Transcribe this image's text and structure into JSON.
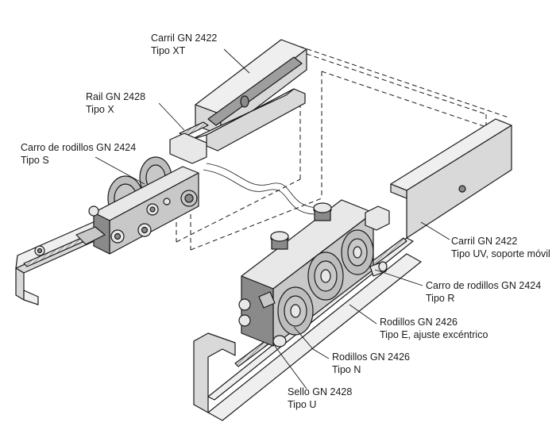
{
  "labels": {
    "carril_xt": [
      "Carril GN 2422",
      "Tipo XT"
    ],
    "rail_x": [
      "Rail GN 2428",
      "Tipo X"
    ],
    "carro_s": [
      "Carro de rodillos GN 2424",
      "Tipo S"
    ],
    "carril_uv": [
      "Carril GN 2422",
      "Tipo UV, soporte móvil"
    ],
    "carro_r": [
      "Carro de rodillos GN 2424",
      "Tipo R"
    ],
    "rodillos_e": [
      "Rodillos GN 2426",
      "Tipo E, ajuste excéntrico"
    ],
    "rodillos_n": [
      "Rodillos GN 2426",
      "Tipo N"
    ],
    "sello_u": [
      "Sello GN 2428",
      "Tipo U"
    ]
  }
}
